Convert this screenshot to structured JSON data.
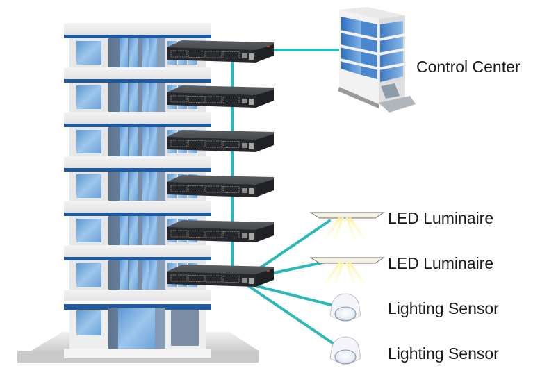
{
  "diagram": {
    "title": "Building lighting control network",
    "link_color": "#2bb8b8",
    "building": {
      "name": "building",
      "floors": 6,
      "trim_color": "#1f5a9e",
      "glass_color": "#7fb2e0"
    },
    "switches": [
      {
        "name": "switch-floor-1"
      },
      {
        "name": "switch-floor-2"
      },
      {
        "name": "switch-floor-3"
      },
      {
        "name": "switch-floor-4"
      },
      {
        "name": "switch-floor-5"
      },
      {
        "name": "switch-floor-6"
      }
    ],
    "control_center": {
      "label": "Control Center",
      "icon": "office-building-icon"
    },
    "devices": [
      {
        "label": "LED Luminaire",
        "icon": "led-panel-icon"
      },
      {
        "label": "LED Luminaire",
        "icon": "led-panel-icon"
      },
      {
        "label": "Lighting Sensor",
        "icon": "ceiling-sensor-icon"
      },
      {
        "label": "Lighting Sensor",
        "icon": "ceiling-sensor-icon"
      }
    ]
  }
}
